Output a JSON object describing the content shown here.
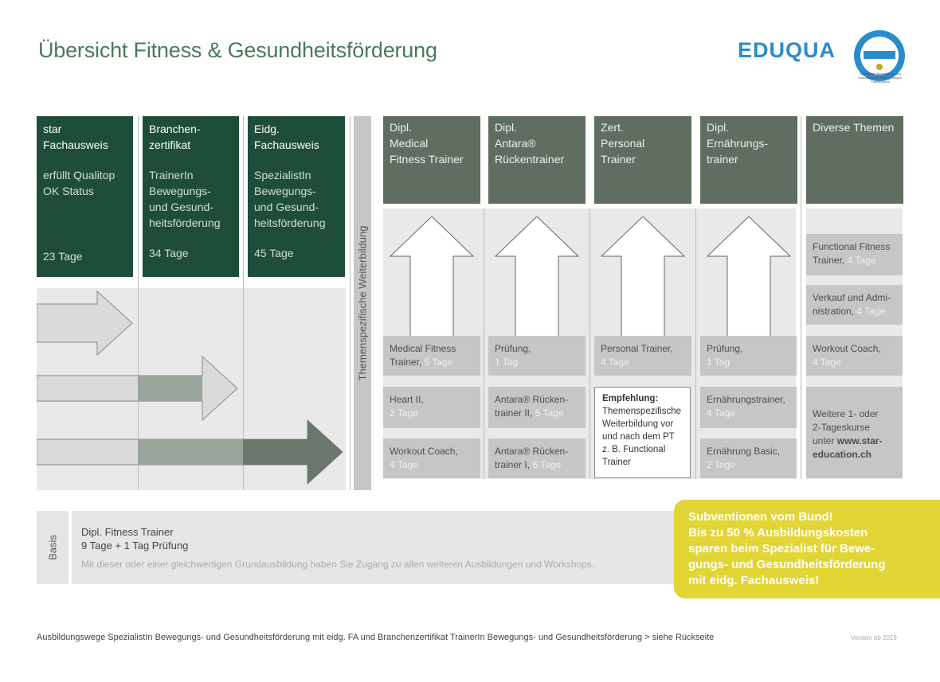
{
  "header": {
    "title": "Übersicht Fitness & Gesundheitsförderung",
    "logo": "EDUQUA",
    "seal_text": "Spezifische Bewegungs- und Gesundheitsbildung mit eidgen. Fachausweis"
  },
  "left_columns": [
    {
      "title": "star\nFachausweis",
      "sub": "erfüllt Qualitop\nOK Status",
      "days": "23 Tage"
    },
    {
      "title": "Branchen-\nzertifikat",
      "sub": "TrainerIn\nBewegungs-\nund Gesund-\nheitsförderung",
      "days": "34 Tage"
    },
    {
      "title": "Eidg.\nFachausweis",
      "sub": "SpezialistIn\nBewegungs-\nund Gesund-\nheitsförderung",
      "days": "45 Tage"
    }
  ],
  "vertical_label": "Themenspezifische Weiterbildung",
  "right_columns": [
    {
      "title": "Dipl.\nMedical\nFitness Trainer",
      "modules": [
        {
          "name": "Medical Fitness\nTrainer,",
          "days": "5 Tage"
        },
        {
          "name": "Heart II,",
          "days": "2 Tage"
        },
        {
          "name": "Workout Coach,",
          "days": "4 Tage"
        }
      ]
    },
    {
      "title": "Dipl.\nAntara®\nRückentrainer",
      "modules": [
        {
          "name": "Prüfung,",
          "days": "1 Tag"
        },
        {
          "name": "Antara® Rücken-\ntrainer II,",
          "days": "5 Tage"
        },
        {
          "name": "Antara® Rücken-\ntrainer I,",
          "days": "6 Tage"
        }
      ]
    },
    {
      "title": "Zert.\nPersonal\nTrainer",
      "modules": [
        {
          "name": "Personal Trainer,",
          "days": "4 Tage"
        }
      ],
      "recommendation_title": "Empfehlung:",
      "recommendation": "Themenspezifische Weiterbildung vor und nach dem PT z. B. Functional Trainer"
    },
    {
      "title": "Dipl.\nErnährungs-\ntrainer",
      "modules": [
        {
          "name": "Prüfung,",
          "days": "1 Tag"
        },
        {
          "name": "Ernährungstrainer,",
          "days": "4 Tage"
        },
        {
          "name": "Ernährung Basic,",
          "days": "2 Tage"
        }
      ]
    },
    {
      "title": "Diverse Themen",
      "modules": [
        {
          "name": "Functional Fitness\nTrainer,",
          "days": "4 Tage"
        },
        {
          "name": "Verkauf und Admi-\nnistration,",
          "days": "4 Tage"
        },
        {
          "name": "Workout Coach,",
          "days": "4 Tage"
        }
      ],
      "more_text": "Weitere 1- oder\n2-Tageskurse\nunter ",
      "more_link": "www.star-\neducation.ch"
    }
  ],
  "basis": {
    "label": "Basis",
    "title": "Dipl. Fitness Trainer",
    "duration": "9 Tage + 1 Tag Prüfung",
    "note": "Mit dieser oder einer gleichwertigen Grundausbildung haben Sie Zugang zu allen weiteren Ausbildungen und Workshops."
  },
  "subvention": {
    "title": "Subventionen vom Bund!",
    "text": "Bis zu 50 % Ausbildungskosten\nsparen beim Spezialist für Bewe-\ngungs- und Gesundheitsförderung\nmit eidg. Fachausweis!"
  },
  "footer": {
    "text": "Ausbildungswege SpezialistIn Bewegungs- und Gesundheitsförderung mit eidg. FA und Branchenzertifikat TrainerIn Bewegungs- und Gesundheitsförderung > siehe Rückseite",
    "version": "Version ab 2019"
  },
  "colors": {
    "dark_green": "#1e4d39",
    "mid_green": "#5f6e61",
    "light_grey": "#e9e9e9",
    "module_grey": "#c6c6c6",
    "yellow": "#e3d535",
    "title_green": "#4a7a5c",
    "logo_blue": "#2b8ccc"
  }
}
